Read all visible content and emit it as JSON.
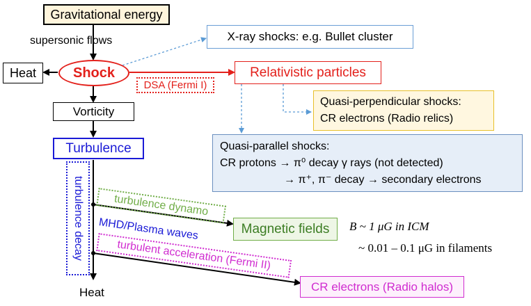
{
  "nodes": {
    "gravitational_energy": "Gravitational energy",
    "supersonic_flows": "supersonic flows",
    "heat_top": "Heat",
    "shock": "Shock",
    "dsa": "DSA (Fermi I)",
    "xray_shocks": "X-ray shocks: e.g. Bullet cluster",
    "relativistic_particles": "Relativistic particles",
    "vorticity": "Vorticity",
    "quasi_perp": {
      "line1": "Quasi-perpendicular shocks:",
      "line2": "CR electrons (Radio relics)"
    },
    "turbulence": "Turbulence",
    "quasi_par": {
      "line1": "Quasi-parallel shocks:",
      "line2": "CR protons → π⁰ decay γ rays (not detected)",
      "line3": "→ π⁺, π⁻ decay → secondary electrons"
    },
    "turbulence_decay": "turbulence decay",
    "turbulence_dynamo": "turbulence dynamo",
    "magnetic_fields": "Magnetic fields",
    "field_icm": "B ~ 1 μG  in ICM",
    "field_filaments": "~ 0.01 – 0.1 μG  in filaments",
    "mhd_waves": "MHD/Plasma waves",
    "turbulent_acceleration": "turbulent acceleration (Fermi II)",
    "heat_bottom": "Heat",
    "cr_electrons_halos": "CR electrons (Radio halos)"
  },
  "colors": {
    "shock": "#e3201b",
    "blue": "#1a1ad6",
    "green": "#70ad47",
    "magenta": "#d02cd0",
    "xray_border": "#6a9ed6",
    "quasi_perp_bg": "#fff7e0",
    "quasi_perp_border": "#e8c02a",
    "quasi_par_bg": "#e6eef8",
    "quasi_par_border": "#6a8fbf",
    "mag_bg": "#eef6e6",
    "cr_bg": "#fdf0fc",
    "grav_bg": "#fff5dc"
  }
}
